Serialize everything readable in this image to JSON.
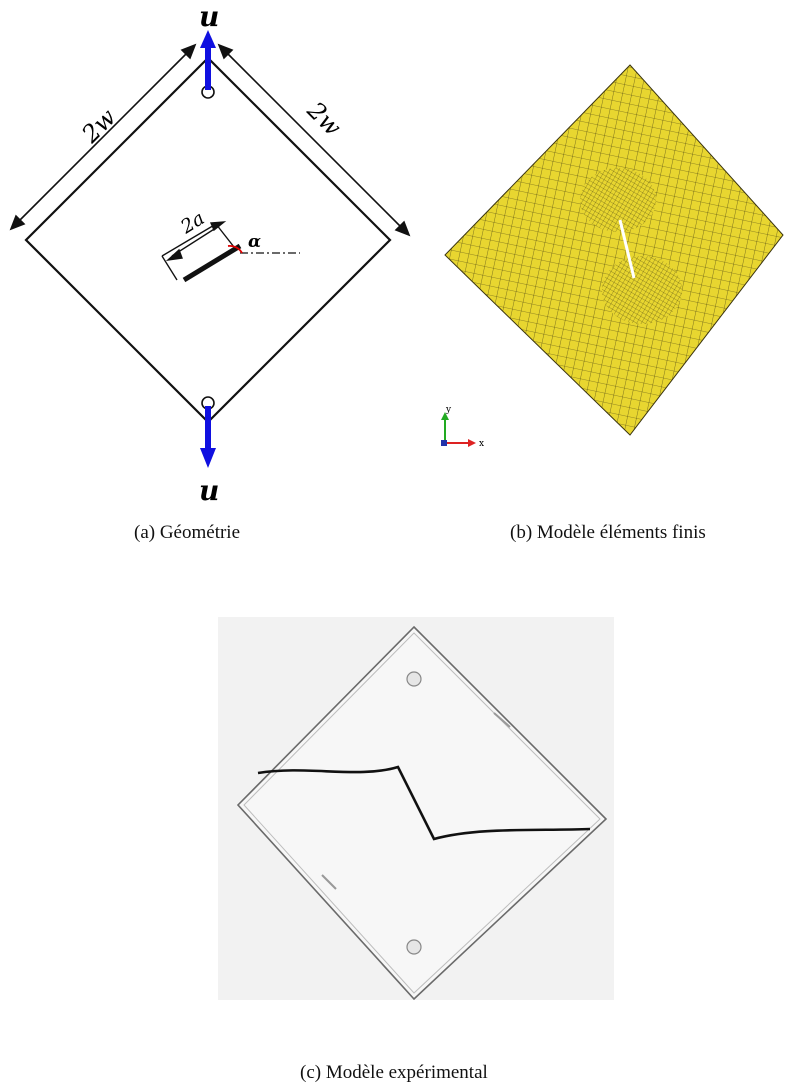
{
  "figure": {
    "panel_a": {
      "load_top_label": "u",
      "load_bottom_label": "u",
      "side_left_label": "2w",
      "side_right_label": "2w",
      "crack_label": "2a",
      "angle_label": "α",
      "caption": "(a)  Géométrie",
      "colors": {
        "load_arrow": "#1010e0",
        "angle_arc": "#e00000",
        "outline": "#111111"
      }
    },
    "panel_b": {
      "caption": "(b)  Modèle éléments finis",
      "axis_y_label": "y",
      "axis_x_label": "x",
      "colors": {
        "mesh_fill": "#e8d630",
        "mesh_line": "#3a3410",
        "axis_y": "#22aa22",
        "axis_x": "#dd2222"
      }
    },
    "panel_c": {
      "caption": "(c)  Modèle expérimental",
      "colors": {
        "background": "#f2f2f2",
        "plate_edge": "#6a6a6a",
        "crack": "#111111"
      }
    }
  }
}
